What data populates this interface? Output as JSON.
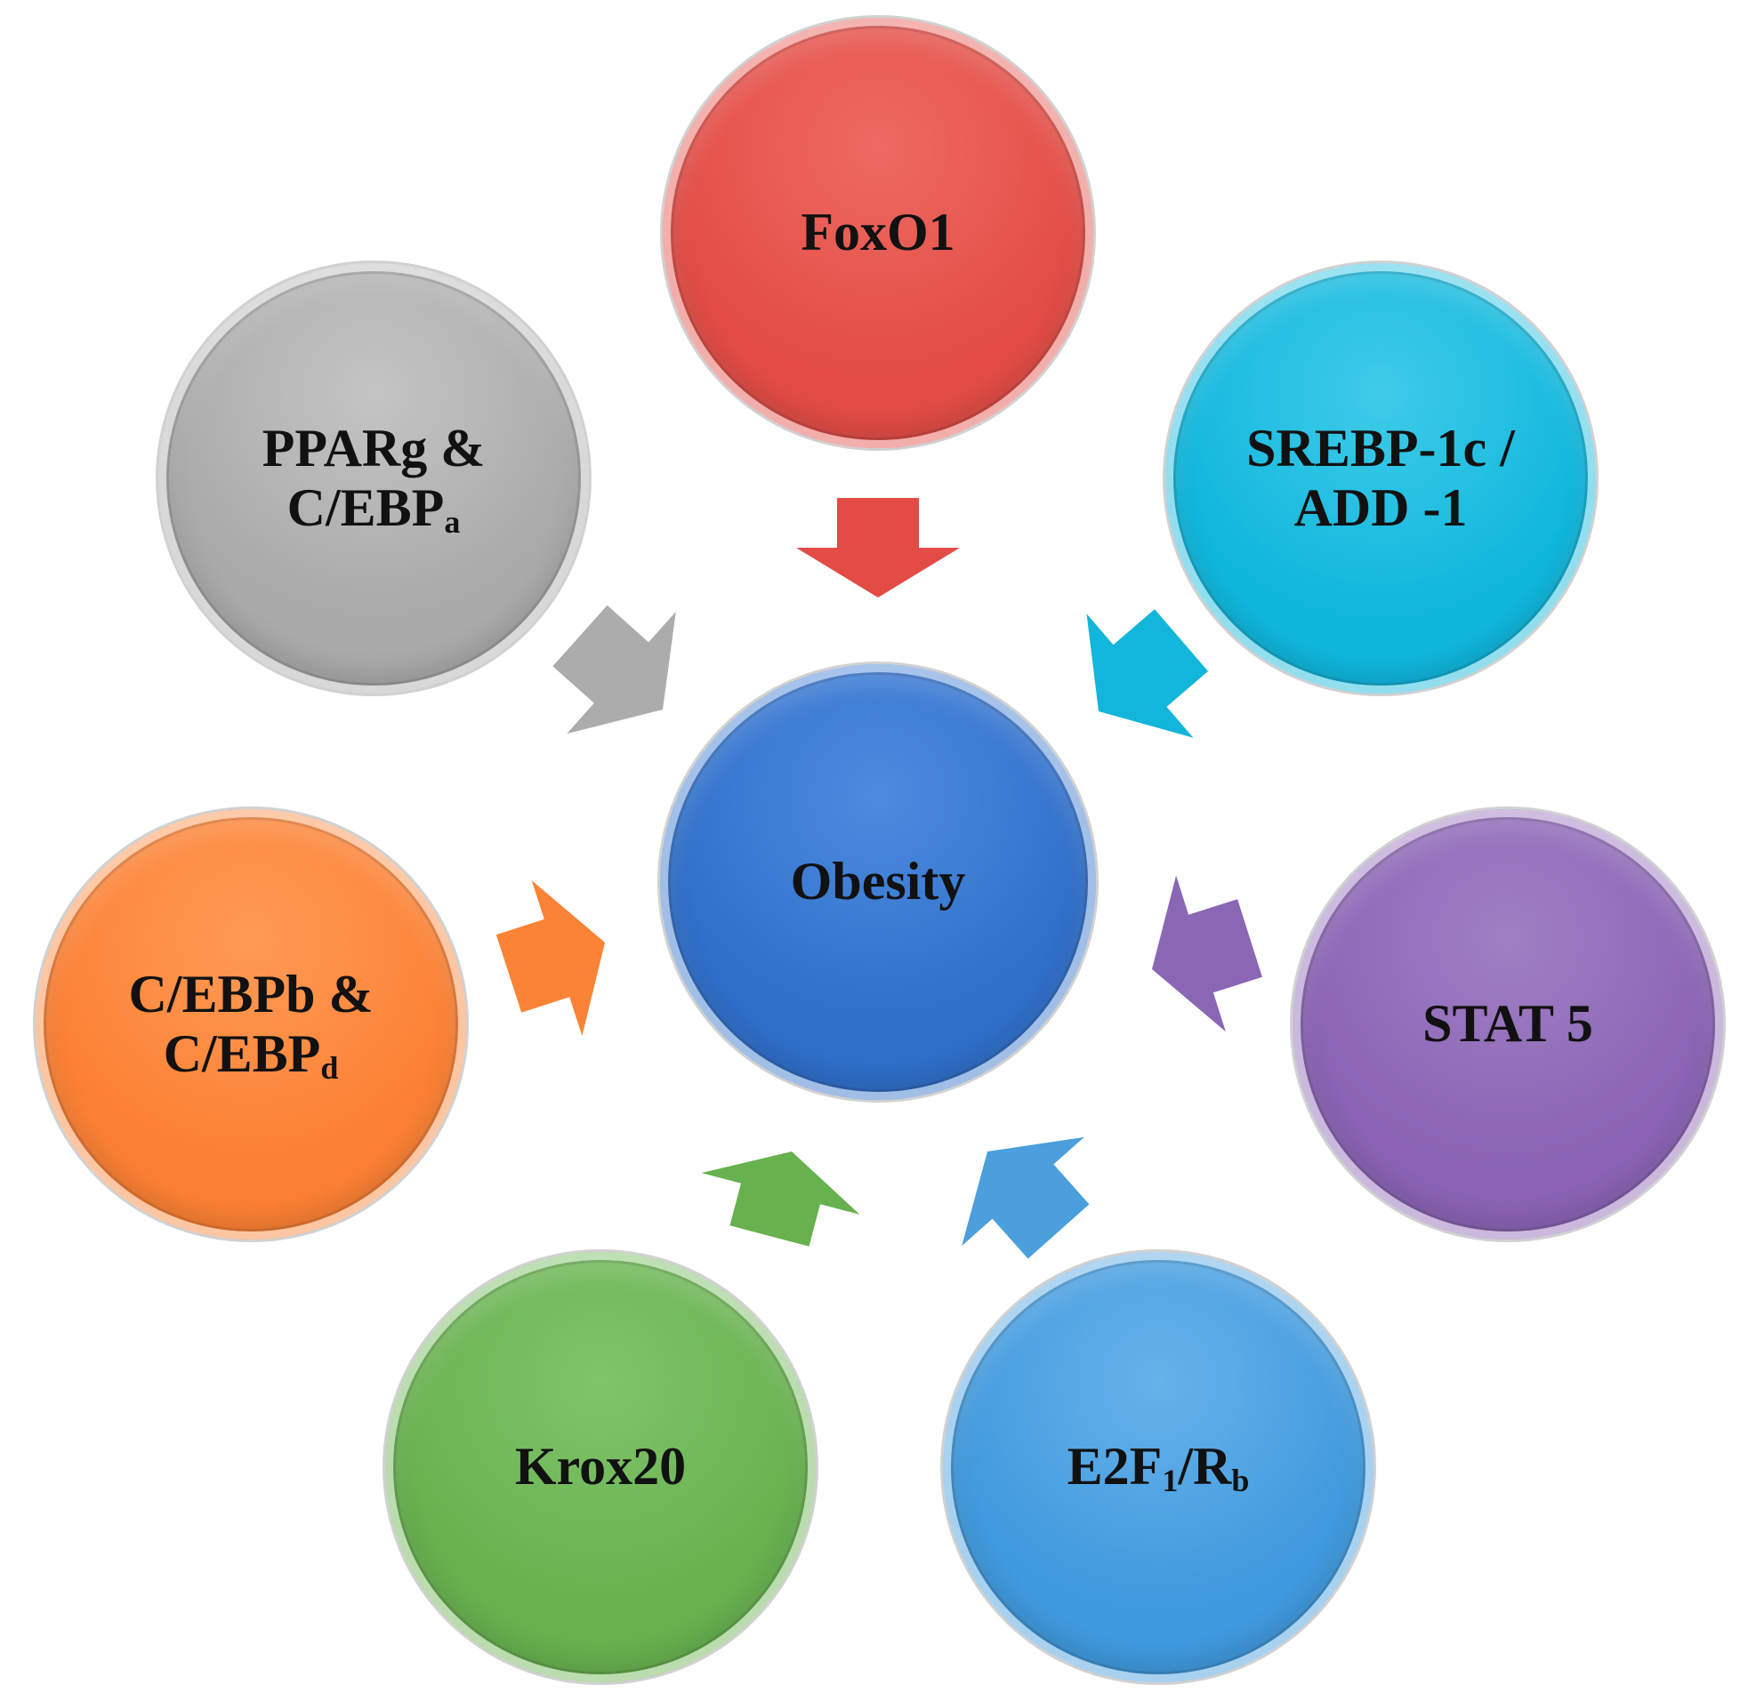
{
  "center": {
    "label": "Obesity",
    "color": "#2f6fc9",
    "color_light": "#4d8be0"
  },
  "nodes": [
    {
      "id": "foxo1",
      "name": "node-foxo1",
      "lines": [
        [
          {
            "t": "FoxO1"
          }
        ]
      ],
      "color": "#e24c45",
      "color_light": "#ee6a62"
    },
    {
      "id": "srebp",
      "name": "node-srebp-add1",
      "lines": [
        [
          {
            "t": "SREBP-1c /"
          }
        ],
        [
          {
            "t": "ADD -1"
          }
        ]
      ],
      "color": "#0fb6dc",
      "color_light": "#3fcbe9"
    },
    {
      "id": "stat5",
      "name": "node-stat5",
      "lines": [
        [
          {
            "t": "STAT 5"
          }
        ]
      ],
      "color": "#8a63b4",
      "color_light": "#a07fc4"
    },
    {
      "id": "e2f1",
      "name": "node-e2f1-rb",
      "lines": [
        [
          {
            "t": "E2F"
          },
          {
            "s": "1"
          },
          {
            "t": "/R"
          },
          {
            "s": "b"
          }
        ]
      ],
      "color": "#3f99dd",
      "color_light": "#66b2ea"
    },
    {
      "id": "krox20",
      "name": "node-krox20",
      "lines": [
        [
          {
            "t": "Krox20"
          }
        ]
      ],
      "color": "#67b14e",
      "color_light": "#80c46a"
    },
    {
      "id": "cebpb",
      "name": "node-cebpb-cebpd",
      "lines": [
        [
          {
            "t": "C/EBPb &"
          }
        ],
        [
          {
            "t": "C/EBP"
          },
          {
            "s": "d"
          }
        ]
      ],
      "color": "#fb8033",
      "color_light": "#ff9a55"
    },
    {
      "id": "pparg",
      "name": "node-pparg-cebpa",
      "lines": [
        [
          {
            "t": "PPARg &"
          }
        ],
        [
          {
            "t": "C/EBP"
          },
          {
            "s": "a"
          }
        ]
      ],
      "color": "#a9a9a9",
      "color_light": "#c4c4c4"
    }
  ],
  "arrows": [
    {
      "name": "arrow-foxo1",
      "color": "#e24c45"
    },
    {
      "name": "arrow-srebp",
      "color": "#11b6da"
    },
    {
      "name": "arrow-stat5",
      "color": "#8a66b5"
    },
    {
      "name": "arrow-e2f1",
      "color": "#4a9fdc"
    },
    {
      "name": "arrow-krox20",
      "color": "#67b14e"
    },
    {
      "name": "arrow-cebpb",
      "color": "#fb8336"
    },
    {
      "name": "arrow-pparg",
      "color": "#acacac"
    }
  ]
}
